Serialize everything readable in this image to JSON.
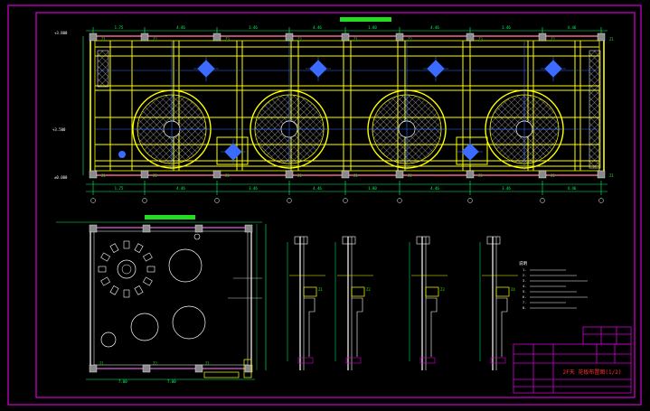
{
  "colors": {
    "background": "#000000",
    "frame": "#d400d4",
    "ceiling": "#ffff00",
    "axis": "#3b6bff",
    "dim": "#00ff66",
    "detail": "#ffffff",
    "accent_green": "#22dd22",
    "column_fill": "#8a8a8a",
    "red": "#ff3030"
  },
  "plan": {
    "title_banner": "",
    "left_labels": [
      "±0.000",
      "+3.500",
      "+3.800"
    ],
    "top_dims": [
      "1.75",
      "4.46",
      "3.46",
      "4.46",
      "1.80",
      "4.46",
      "3.46",
      "4.46",
      "1.75"
    ],
    "bottom_dims": [
      "1.75",
      "4.46",
      "3.46",
      "4.46",
      "1.80",
      "4.46",
      "3.46",
      "4.46",
      "1.75"
    ],
    "column_tags": [
      "Z1",
      "Z2",
      "Z3",
      "Z2",
      "Z1",
      "Z2",
      "Z3",
      "Z2",
      "Z1"
    ]
  },
  "small_plan": {
    "dims_bottom": [
      "7.00",
      "7.00"
    ],
    "column_tags": [
      "Z1",
      "Z2",
      "Z1"
    ]
  },
  "sections": {
    "tags": [
      "Z1",
      "Z2",
      "Z3",
      "Z4"
    ]
  },
  "notes": {
    "heading": "说明",
    "lines": [
      "1.",
      "2.",
      "3.",
      "4.",
      "5.",
      "6.",
      "7.",
      "8."
    ]
  },
  "title_block": {
    "drawing_title": "2F天 花板布置图(1/2)"
  }
}
